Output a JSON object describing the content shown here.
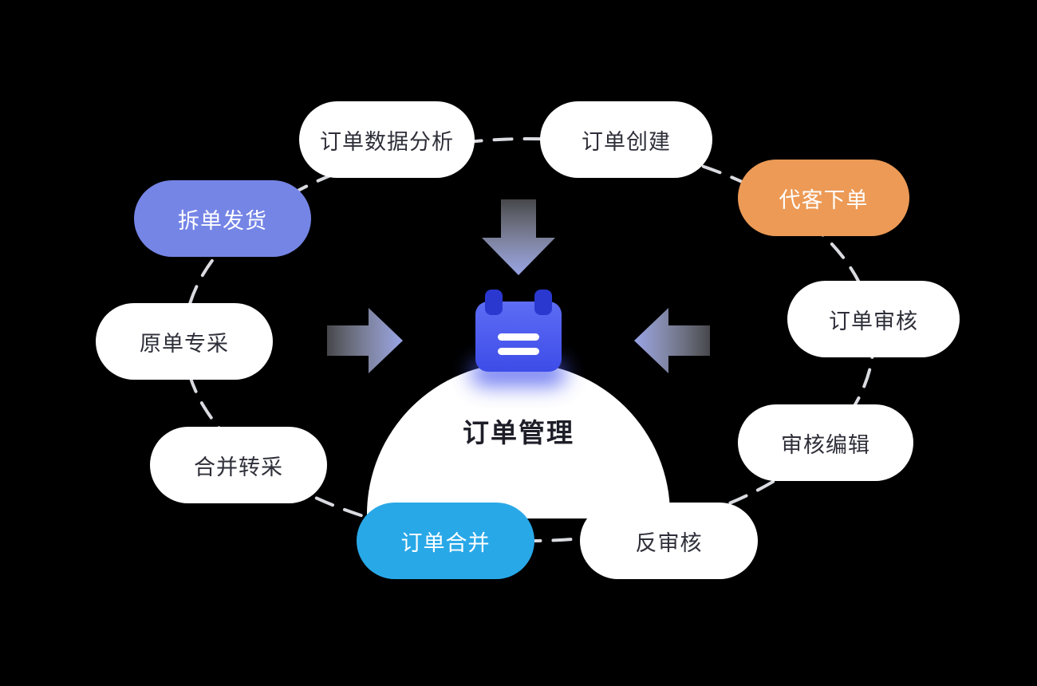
{
  "diagram": {
    "center": {
      "title": "订单管理",
      "icon": "clipboard-icon",
      "icon_color": "#4A5BF0"
    },
    "nodes": [
      {
        "label": "订单数据分析",
        "variant": "white"
      },
      {
        "label": "订单创建",
        "variant": "white"
      },
      {
        "label": "代客下单",
        "variant": "orange",
        "color": "#EC9A56"
      },
      {
        "label": "订单审核",
        "variant": "white"
      },
      {
        "label": "审核编辑",
        "variant": "white"
      },
      {
        "label": "反审核",
        "variant": "white"
      },
      {
        "label": "订单合并",
        "variant": "cyan",
        "color": "#29A8E8"
      },
      {
        "label": "合并转采",
        "variant": "white"
      },
      {
        "label": "原单专采",
        "variant": "white"
      },
      {
        "label": "拆单发货",
        "variant": "purple",
        "color": "#7585E6"
      }
    ],
    "colors": {
      "background": "#000000",
      "node_white_bg": "#FFFFFF",
      "node_text_dark": "#2F2F3A",
      "node_text_light": "#FFFFFF",
      "accent_orange": "#EC9A56",
      "accent_cyan": "#29A8E8",
      "accent_purple": "#7585E6",
      "icon_blue": "#4A5BF0",
      "arrow_tint": "#9FABF0",
      "dash_line": "#F2F3F8"
    }
  }
}
